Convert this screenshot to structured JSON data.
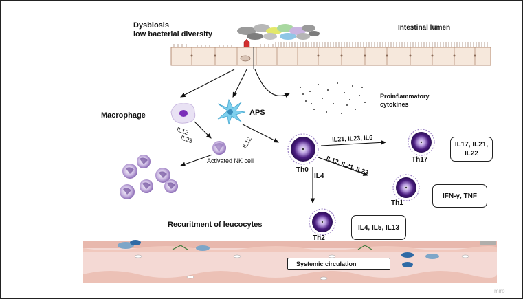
{
  "labels": {
    "dysbiosis": "Dysbiosis",
    "low_diversity": "low bacterial diversity",
    "intestinal_lumen": "Intestinal lumen",
    "proinflammatory": "Proinflammatory",
    "cytokines": "cytokines",
    "macrophage": "Macrophage",
    "aps": "APS",
    "il12_a": "IL12",
    "il23_a": "IL23",
    "il12_b": "IL12",
    "activated_nk": "Activated NK cell",
    "th0": "Th0",
    "il21_il23_il6": "IL21, IL23, IL6",
    "il12_il21_il23": "IL12, IL21, IL23",
    "il4": "IL4",
    "th17": "Th17",
    "th1": "Th1",
    "th2": "Th2",
    "recruitment": "Recuritment of leucocytes",
    "systemic": "Systemic circulation",
    "watermark": "miro"
  },
  "boxes": {
    "th17_out_line1": "IL17, IL21,",
    "th17_out_line2": "IL22",
    "th1_out": "IFN-γ, TNF",
    "th2_out": "IL4, IL5, IL13"
  },
  "colors": {
    "cell_purple": "#5b2a8c",
    "cell_lilac": "#b9a6d4",
    "aps_blue": "#6cc6e8",
    "vessel_pink": "#f4d9d4",
    "epithelium": "#f6e8dc"
  }
}
